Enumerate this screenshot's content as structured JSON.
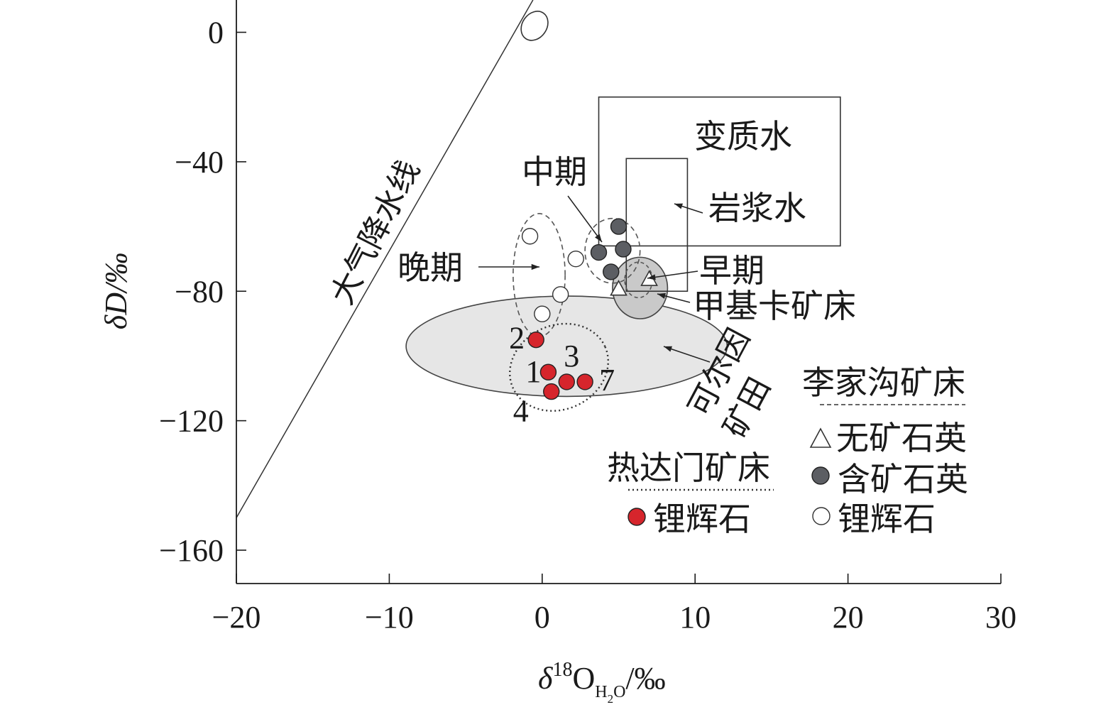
{
  "chart_data": {
    "type": "scatter",
    "xlim": [
      -20,
      30
    ],
    "ylim": [
      -170,
      10
    ],
    "x_ticks": [
      {
        "value": -20,
        "label": "−20"
      },
      {
        "value": -10,
        "label": "−10"
      },
      {
        "value": 0,
        "label": "0"
      },
      {
        "value": 10,
        "label": "10"
      },
      {
        "value": 20,
        "label": "20"
      },
      {
        "value": 30,
        "label": "30"
      }
    ],
    "y_ticks": [
      {
        "value": 0,
        "label": "0"
      },
      {
        "value": -40,
        "label": "−40"
      },
      {
        "value": -80,
        "label": "−80"
      },
      {
        "value": -120,
        "label": "−120"
      },
      {
        "value": -160,
        "label": "−160"
      }
    ],
    "xlabel": {
      "delta": "δ",
      "sup": "18",
      "o": "O",
      "sub_h": "H",
      "sub_2": "2",
      "sub_o": "O",
      "unit": "/‰"
    },
    "ylabel": "δD/‰",
    "meteoric_line": {
      "label": "大气降水线",
      "x": [
        -20,
        -0.6
      ],
      "y": [
        -150,
        10
      ]
    },
    "series": [
      {
        "name": "无矿石英",
        "group": "李家沟矿床",
        "marker": "triangle-open",
        "points": [
          {
            "x": 5.0,
            "y": -79
          },
          {
            "x": 7.0,
            "y": -76
          }
        ]
      },
      {
        "name": "含矿石英",
        "group": "李家沟矿床",
        "marker": "circle-grey",
        "points": [
          {
            "x": 5.0,
            "y": -60
          },
          {
            "x": 3.7,
            "y": -68
          },
          {
            "x": 5.3,
            "y": -67
          },
          {
            "x": 4.5,
            "y": -74
          }
        ]
      },
      {
        "name": "锂辉石",
        "group": "李家沟矿床",
        "marker": "circle-open",
        "points": [
          {
            "x": -0.8,
            "y": -63
          },
          {
            "x": 2.2,
            "y": -70
          },
          {
            "x": 1.2,
            "y": -81
          },
          {
            "x": 0.0,
            "y": -87
          }
        ]
      },
      {
        "name": "锂辉石",
        "group": "热达门矿床",
        "marker": "circle-red",
        "points": [
          {
            "x": -0.4,
            "y": -95,
            "label": "2"
          },
          {
            "x": 0.4,
            "y": -105,
            "label": "1"
          },
          {
            "x": 1.6,
            "y": -108,
            "label": "3"
          },
          {
            "x": 2.8,
            "y": -108,
            "label": "7"
          },
          {
            "x": 0.6,
            "y": -111,
            "label": "4"
          }
        ]
      }
    ],
    "fields": [
      {
        "name": "变质水",
        "x": [
          3.7,
          19.5
        ],
        "y": [
          -66,
          -20
        ]
      },
      {
        "name": "岩浆水",
        "x": [
          5.5,
          9.5
        ],
        "y": [
          -80,
          -39
        ]
      }
    ],
    "regions": [
      {
        "name": "早期"
      },
      {
        "name": "中期"
      },
      {
        "name": "晚期"
      },
      {
        "name": "甲基卡矿床"
      },
      {
        "name": "可尔因"
      },
      {
        "name": "矿田"
      },
      {
        "name": "大气降水线"
      }
    ],
    "legend": {
      "group1_title": "李家沟矿床",
      "group1_items": [
        "无矿石英",
        "含矿石英",
        "锂辉石"
      ],
      "group2_title": "热达门矿床",
      "group2_items": [
        "锂辉石"
      ],
      "placement": "bottom-right"
    },
    "colors": {
      "axis": "#1a1a1a",
      "red_marker": "#d6252c",
      "grey_marker": "#5c5e63",
      "field_jiajika": "#c9c9c9",
      "field_keeryin": "#e6e6e6",
      "line": "#333333"
    }
  }
}
